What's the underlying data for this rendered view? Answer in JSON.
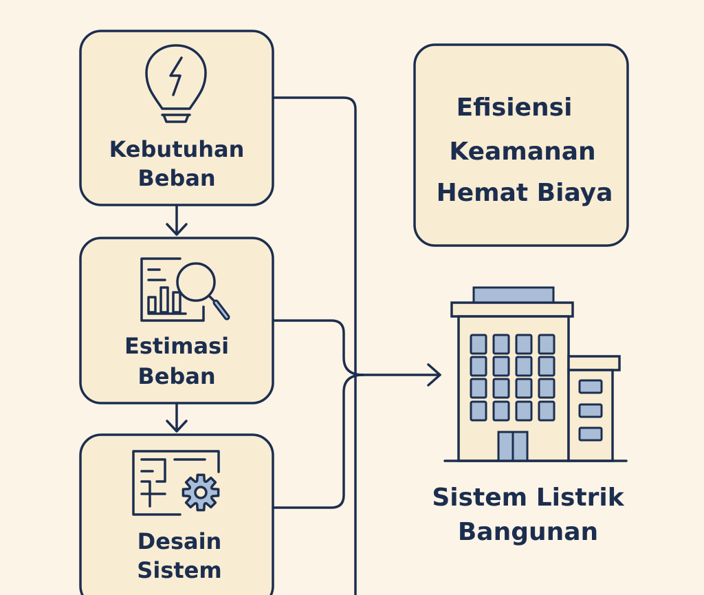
{
  "colors": {
    "background": "#fcf4e6",
    "box_fill": "#f8ecd3",
    "stroke": "#1c2e4f",
    "accent": "#a9bdd6"
  },
  "steps": [
    {
      "name": "step-load-requirement",
      "icon": "lightbulb-icon",
      "lines": [
        "Kebutuhan",
        "Beban"
      ]
    },
    {
      "name": "step-load-estimation",
      "icon": "chart-magnifier-icon",
      "lines": [
        "Estimasi",
        "Beban"
      ]
    },
    {
      "name": "step-system-design",
      "icon": "blueprint-gear-icon",
      "lines": [
        "Desain",
        "Sistem"
      ]
    }
  ],
  "benefits": {
    "lines": [
      "Efisiensi",
      "Keamanan",
      "Hemat Biaya"
    ]
  },
  "result": {
    "icon": "building-icon",
    "lines": [
      "Sistem Listrik",
      "Bangunan"
    ]
  }
}
